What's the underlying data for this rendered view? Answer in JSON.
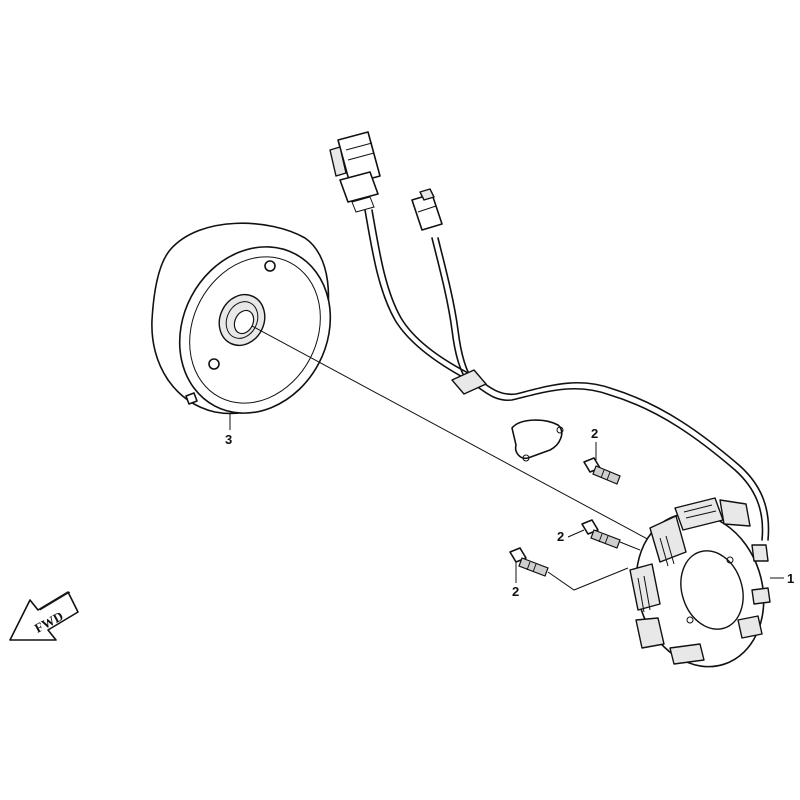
{
  "callouts": {
    "stator": "1",
    "bolt_upper": "2",
    "bolt_middle": "2",
    "bolt_lower": "2",
    "flywheel": "3"
  },
  "direction_arrow": {
    "label": "FWD"
  },
  "colors": {
    "line": "#111111",
    "background": "#ffffff",
    "shade": "#e8e8e8"
  }
}
